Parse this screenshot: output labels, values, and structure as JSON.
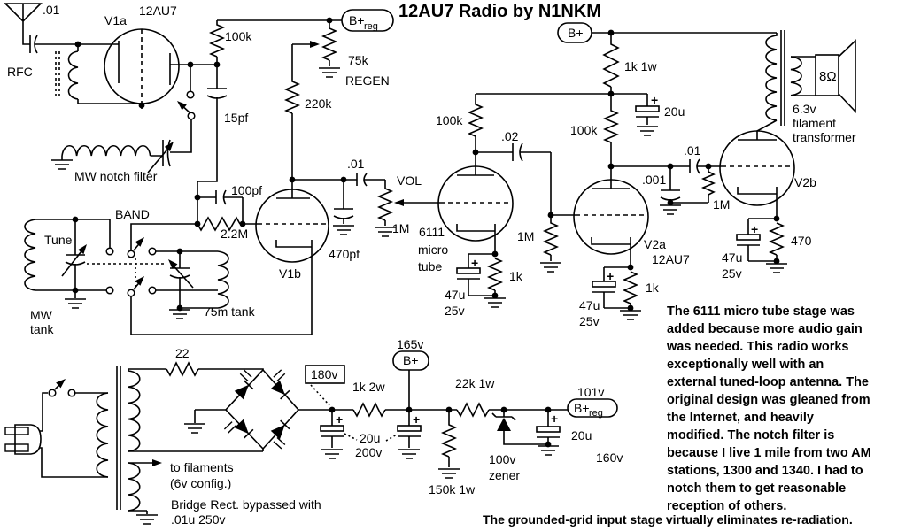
{
  "title": "12AU7 Radio by N1NKM",
  "colors": {
    "ink": "#000000",
    "bg": "#ffffff"
  },
  "sym": {
    "plus": "+"
  },
  "rf": {
    "ant_cap": ".01",
    "rfc": "RFC",
    "v1a": "V1a",
    "v1a_type": "12AU7",
    "plate_r": "100k",
    "c15": "15pf",
    "notch": "MW notch filter",
    "breg_main": "B+",
    "breg_sub": "reg",
    "regen_r": "75k",
    "regen": "REGEN",
    "r220k": "220k",
    "c100pf": "100pf",
    "r22m": "2.2M",
    "band": "BAND",
    "tune": "Tune",
    "mw1": "MW",
    "mw2": "tank",
    "tank75": "75m tank",
    "v1b": "V1b",
    "c470pf": "470pf",
    "c01": ".01"
  },
  "af": {
    "vol": "VOL",
    "vol_r": "1M",
    "t1": "6111",
    "t2": "micro",
    "t3": "tube",
    "r100k_6111": "100k",
    "c02": ".02",
    "grid_r_v2a": "1M",
    "k1_c": "47u",
    "k1_v": "25v",
    "k1_r": "1k",
    "v2a": "V2a",
    "v2a_type": "12AU7",
    "k2_c": "47u",
    "k2_v": "25v",
    "k2_r": "1k",
    "r100k_v2a": "100k",
    "c001": ".001",
    "c01": ".01",
    "grid_r_v2b": "1M",
    "v2b": "V2b",
    "k3_r": "470",
    "k3_c": "47u",
    "k3_v": "25v",
    "bplus": "B+",
    "r1k1w": "1k 1w",
    "c20u": "20u",
    "spk": "8Ω",
    "ot1": "6.3v",
    "ot2": "filament",
    "ot3": "transformer"
  },
  "ps": {
    "r22": "22",
    "v180": "180v",
    "r1k2w": "1k 2w",
    "v165": "165v",
    "bplus": "B+",
    "c1": "20u",
    "c1v": "200v",
    "r150k": "150k 1w",
    "r22k": "22k 1w",
    "z1": "100v",
    "z2": "zener",
    "v101": "101v",
    "breg_main": "B+",
    "breg_sub": "reg",
    "c3": "20u",
    "c3v": "160v",
    "fil1": "to filaments",
    "fil2": "(6v config.)",
    "note1": "Bridge Rect. bypassed with",
    "note2": ".01u 250v"
  },
  "notes": {
    "lines": [
      "The 6111 micro tube stage was",
      "added because more audio gain",
      "was needed. This radio works",
      "exceptionally well with an",
      "external tuned-loop antenna. The",
      "original design was gleaned from",
      "the Internet, and heavily",
      "modified. The notch filter is",
      "because I live 1 mile from two AM",
      "stations, 1300 and 1340. I had to",
      "notch them to get reasonable",
      "reception of others."
    ],
    "footer": "The grounded-grid input stage virtually eliminates re-radiation."
  }
}
